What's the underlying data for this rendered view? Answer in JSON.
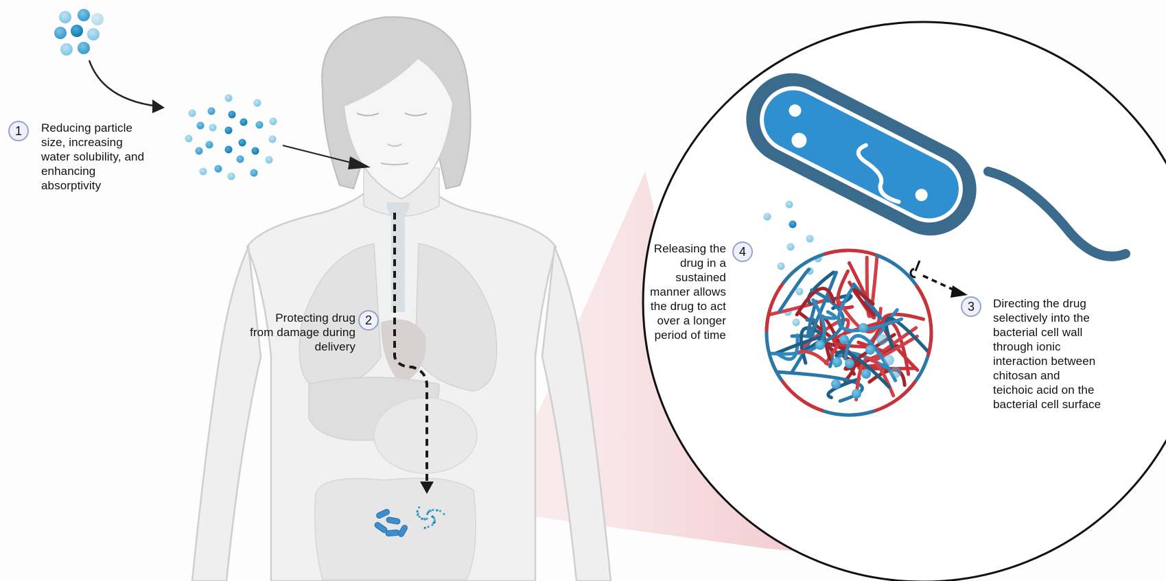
{
  "figure": {
    "title": "Chitosan nanoparticle oral drug delivery to bacteria",
    "colors": {
      "particle_light": "#8ccbe6",
      "particle_mid": "#4aa6d1",
      "particle_dark": "#1f86bd",
      "bacterium_wall": "#3a6b8c",
      "bacterium_body": "#2f8fcf",
      "chitosan_red": "#c8333a",
      "chitosan_blue": "#2a78a8",
      "zoom_cone": "#f2c4c8",
      "badge_border": "#9aa3c7",
      "badge_fill": "#eef1fb",
      "body_fill": "#ececec",
      "body_outline": "#cfcfcf"
    }
  },
  "steps": [
    {
      "number": "1",
      "lines": [
        "Reducing particle",
        "size, increasing",
        "water solubility, and",
        "enhancing",
        "absorptivity"
      ]
    },
    {
      "number": "2",
      "lines": [
        "Protecting drug",
        "from damage during",
        "delivery"
      ]
    },
    {
      "number": "3",
      "lines": [
        "Directing the drug",
        "selectively into the",
        "bacterial cell wall",
        "through ionic",
        "interaction between",
        "chitosan and",
        "teichoic acid on the",
        "bacterial cell surface"
      ]
    },
    {
      "number": "4",
      "lines": [
        "Releasing the",
        "drug in a",
        "sustained",
        "manner allows",
        "the drug to act",
        "over a longer",
        "period of time"
      ]
    }
  ],
  "icons": {
    "large_particles": "particle-cluster-icon",
    "nanoparticles": "nanoparticle-cluster-icon",
    "human_body": "human-body-icon",
    "bacterium": "bacterium-icon",
    "chitosan_nanoparticle": "chitosan-nanoparticle-icon",
    "magnifier_circle": "zoom-circle-icon"
  }
}
